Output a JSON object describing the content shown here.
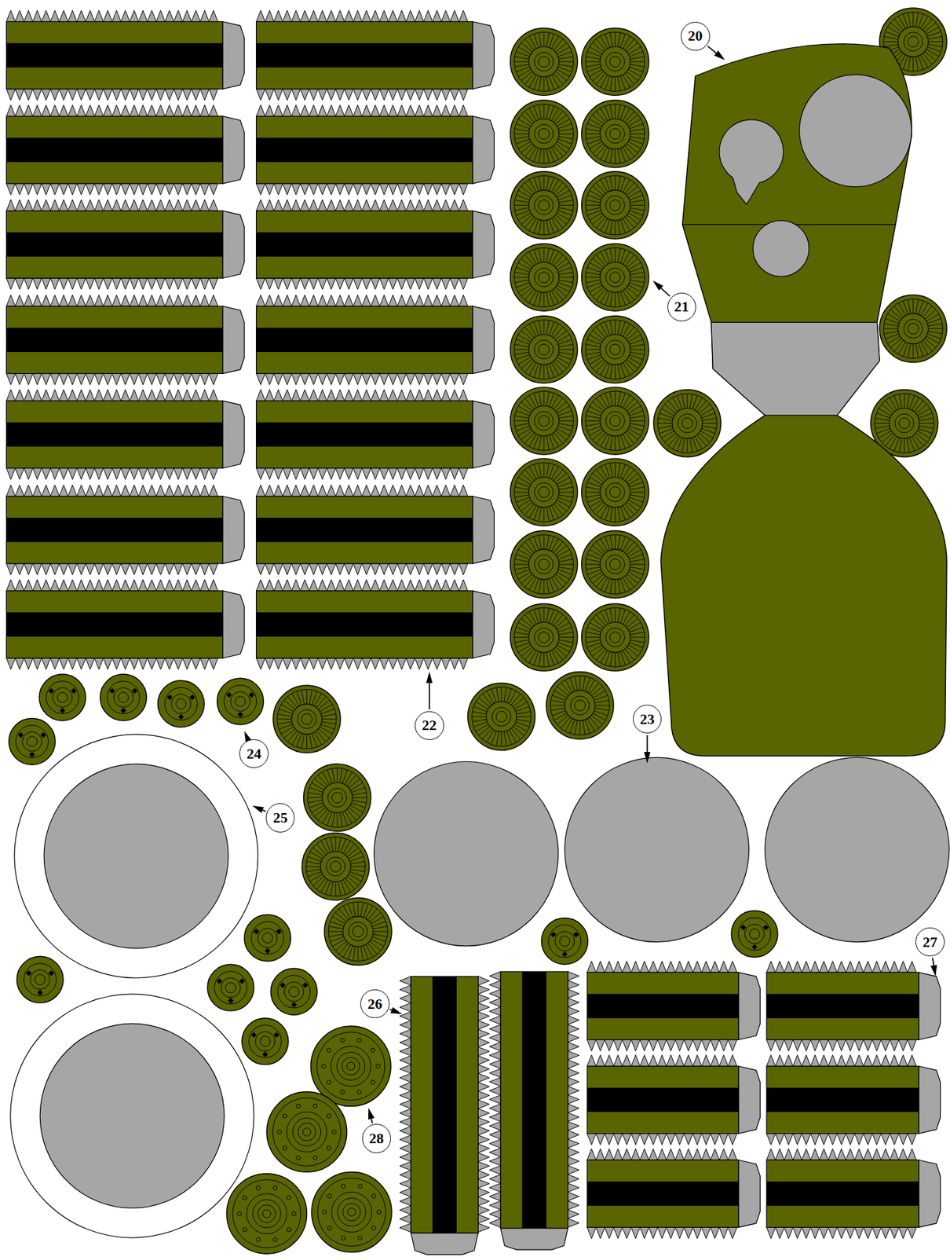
{
  "diagram": {
    "labels": [
      "20",
      "21",
      "22",
      "23",
      "24",
      "25",
      "26",
      "27",
      "28"
    ]
  }
}
